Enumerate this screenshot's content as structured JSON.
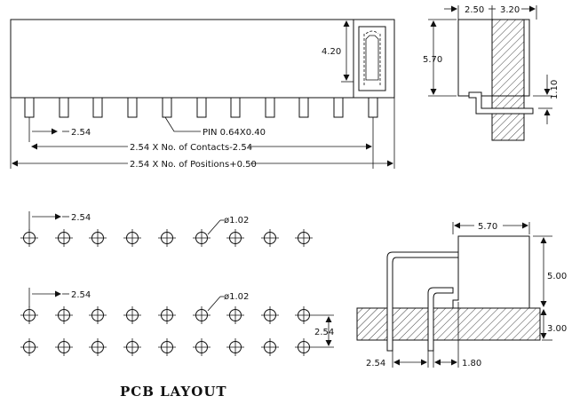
{
  "dims": {
    "front_height": "4.20",
    "pin_pitch": "2.54",
    "pin_size": "PIN 0.64X0.40",
    "contacts_formula": "2.54 X No. of Contacts-2.54",
    "positions_formula": "2.54 X No. of Positions+0.50",
    "side_top_left": "2.50",
    "side_top_right": "3.20",
    "side_height": "5.70",
    "side_pin_offset": "1.10",
    "pcb_pitch_1": "2.54",
    "pcb_hole_1": "ø1.02",
    "pcb_pitch_2": "2.54",
    "pcb_hole_2": "ø1.02",
    "pcb_row_pitch": "2.54",
    "ra_top_width": "5.70",
    "ra_height": "5.00",
    "ra_board": "3.00",
    "ra_pin_pitch": "2.54",
    "ra_pin_offset": "1.80"
  },
  "pcb_title": "PCB LAYOUT"
}
